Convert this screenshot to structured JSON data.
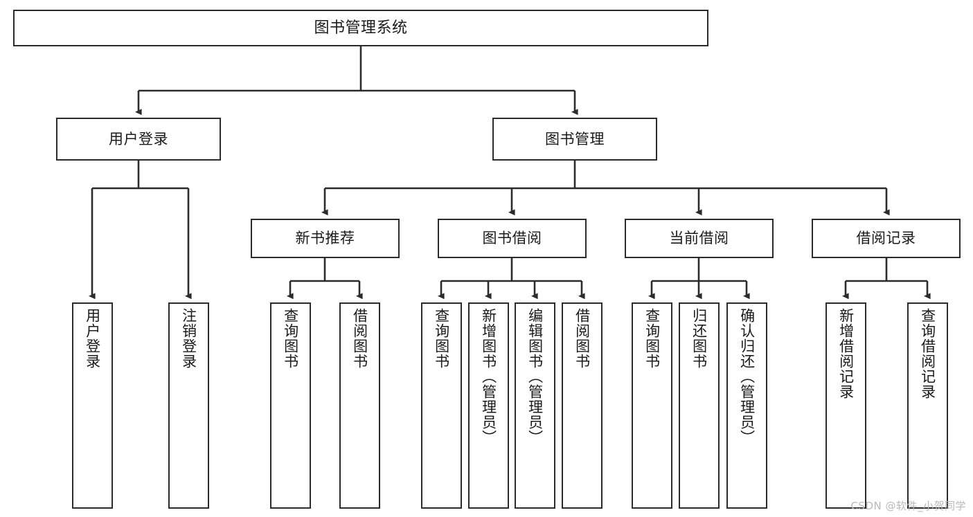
{
  "diagram": {
    "title": "图书管理系统",
    "type": "tree",
    "orientation": "top-down",
    "edge_style": "orthogonal-with-arrowheads",
    "colors": {
      "box_border": "#2b2b2b",
      "box_fill": "#ffffff",
      "edge": "#2b2b2b",
      "text": "#1a1a1a",
      "watermark": "#b9b9b9",
      "background": "#ffffff"
    }
  },
  "watermark": {
    "text": "CSDN @软件_小贺同学"
  },
  "nodes": {
    "root": {
      "label": "图书管理系统"
    },
    "level2": [
      {
        "id": "user-login",
        "label": "用户登录"
      },
      {
        "id": "book-manage",
        "label": "图书管理"
      }
    ],
    "level3": [
      {
        "id": "new-book-recommend",
        "label": "新书推荐"
      },
      {
        "id": "book-borrow",
        "label": "图书借阅"
      },
      {
        "id": "current-borrow",
        "label": "当前借阅"
      },
      {
        "id": "borrow-record",
        "label": "借阅记录"
      }
    ],
    "leaves": {
      "user_login": [
        {
          "id": "leaf-user-login",
          "label": "用户登录"
        },
        {
          "id": "leaf-logout-login",
          "label": "注销登录"
        }
      ],
      "new_book_recommend": [
        {
          "id": "leaf-query-book-1",
          "label": "查询图书"
        },
        {
          "id": "leaf-borrow-book-1",
          "label": "借阅图书"
        }
      ],
      "book_borrow": [
        {
          "id": "leaf-query-book-2",
          "label": "查询图书"
        },
        {
          "id": "leaf-add-book",
          "label": "新增图书（管理员）"
        },
        {
          "id": "leaf-edit-book",
          "label": "编辑图书（管理员）"
        },
        {
          "id": "leaf-borrow-book-2",
          "label": "借阅图书"
        }
      ],
      "current_borrow": [
        {
          "id": "leaf-query-book-3",
          "label": "查询图书"
        },
        {
          "id": "leaf-return-book",
          "label": "归还图书"
        },
        {
          "id": "leaf-confirm-return",
          "label": "确认归还（管理员）"
        }
      ],
      "borrow_record": [
        {
          "id": "leaf-add-record",
          "label": "新增借阅记录"
        },
        {
          "id": "leaf-query-record",
          "label": "查询借阅记录"
        }
      ]
    }
  }
}
